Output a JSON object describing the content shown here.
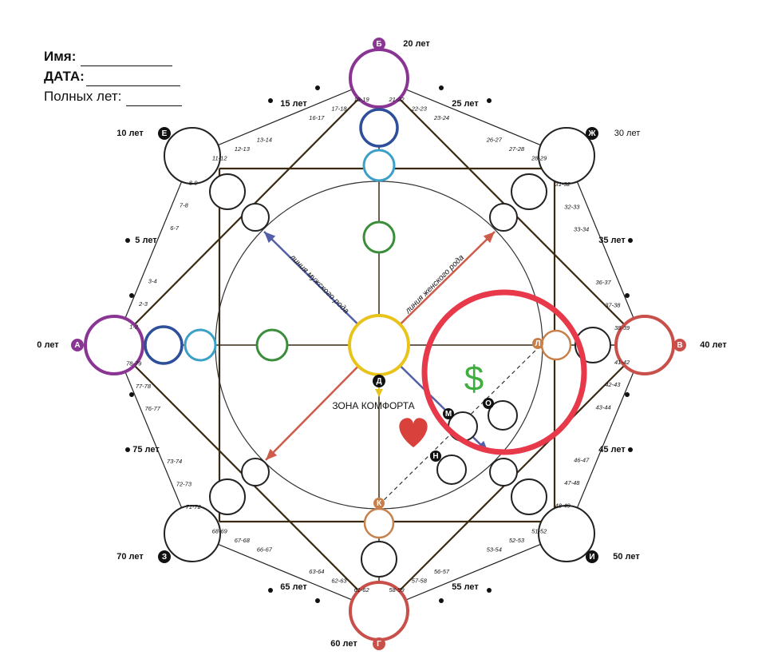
{
  "form": {
    "name_label": "Имя:",
    "date_label": "ДАТА:",
    "age_label": "Полных лет:"
  },
  "labels": {
    "center_letter": "Д",
    "comfort_zone": "ЗОНА КОМФОРТА",
    "male_line": "линия мужского рода",
    "female_line": "линия женского рода",
    "dollar": "$"
  },
  "points": [
    {
      "letter": "А",
      "age": "0 лет"
    },
    {
      "letter": "Б",
      "age": "20 лет"
    },
    {
      "letter": "В",
      "age": "40 лет"
    },
    {
      "letter": "Г",
      "age": "60 лет"
    },
    {
      "letter": "Е",
      "age": "10 лет"
    },
    {
      "letter": "Ж",
      "age": "30 лет"
    },
    {
      "letter": "И",
      "age": "50 лет"
    },
    {
      "letter": "З",
      "age": "70 лет"
    }
  ],
  "inner_letters": [
    "Л",
    "К",
    "М",
    "Н",
    "О"
  ],
  "milestones": [
    "5 лет",
    "15 лет",
    "25 лет",
    "35 лет",
    "45 лет",
    "55 лет",
    "65 лет",
    "75 лет"
  ],
  "year_ranges": {
    "a_e": [
      "1-2",
      "2-3",
      "3-4",
      "6-7",
      "7-8",
      "8-9"
    ],
    "e_b": [
      "11-12",
      "12-13",
      "13-14",
      "16-17",
      "17-18",
      "18-19"
    ],
    "b_zh": [
      "21-22",
      "22-23",
      "23-24",
      "26-27",
      "27-28",
      "28-29"
    ],
    "zh_v": [
      "31-32",
      "32-33",
      "33-34",
      "36-37",
      "37-38",
      "38-39"
    ],
    "v_i": [
      "41-42",
      "42-43",
      "43-44",
      "46-47",
      "47-48",
      "48-49"
    ],
    "i_g": [
      "51-52",
      "52-53",
      "53-54",
      "56-57",
      "57-58",
      "58-59"
    ],
    "g_z": [
      "61-62",
      "62-63",
      "63-64",
      "66-67",
      "67-68",
      "68-69"
    ],
    "z_a": [
      "71-72",
      "72-73",
      "73-74",
      "76-77",
      "77-78",
      "78-79"
    ]
  },
  "colors": {
    "purple": "#8a3594",
    "red": "#c9504a",
    "blue": "#2e4f9a",
    "light_blue": "#3aa0c8",
    "green": "#3a8d3a",
    "yellow": "#e8c31a",
    "orange": "#c8804a",
    "highlight_red": "#e8394a",
    "heart": "#d8413c",
    "dollar": "#3fae3f",
    "male_arrow": "#5360a8",
    "female_arrow": "#cf5b4a"
  }
}
